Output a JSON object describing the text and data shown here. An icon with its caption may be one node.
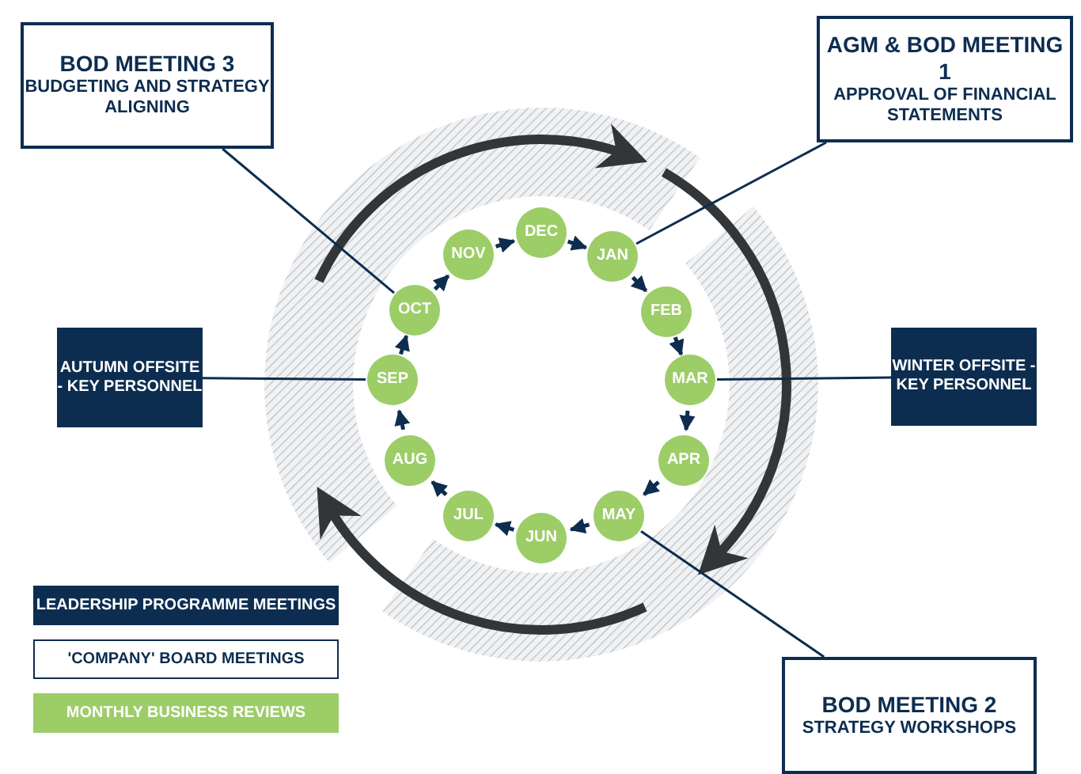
{
  "diagram": {
    "nodes": [
      {
        "text": [
          "BOD MEETING 3",
          "BUDGETING AND STRATEGY ALIGNING"
        ]
      },
      {
        "text": [
          "AGM & BOD MEETING 1",
          "APPROVAL OF FINANCIAL STATEMENTS"
        ]
      },
      {
        "text": [
          "JAN"
        ]
      },
      {
        "text": [
          "FEB"
        ]
      },
      {
        "text": [
          "MAR"
        ]
      },
      {
        "text": [
          "APR"
        ]
      },
      {
        "text": [
          "MAY"
        ]
      },
      {
        "text": [
          "JUN"
        ]
      },
      {
        "text": [
          "JUL"
        ]
      },
      {
        "text": [
          "AUG"
        ]
      },
      {
        "text": [
          "SEP"
        ]
      },
      {
        "text": [
          "OCT"
        ]
      },
      {
        "text": [
          "NOV"
        ]
      },
      {
        "text": [
          "DEC"
        ]
      },
      {
        "text": [
          "AUTUMN OFFSITE - KEY PERSONNEL"
        ]
      },
      {
        "text": [
          "WINTER OFFSITE - KEY PERSONNEL"
        ]
      },
      {
        "text": [
          "BOD MEETING 2",
          "STRATEGY WORKSHOPS"
        ]
      }
    ],
    "edges": [
      {
        "from": 2,
        "to": 3,
        "arrow": "to"
      },
      {
        "from": 3,
        "to": 4,
        "arrow": "to"
      },
      {
        "from": 4,
        "to": 5,
        "arrow": "to"
      },
      {
        "from": 5,
        "to": 6,
        "arrow": "to"
      },
      {
        "from": 6,
        "to": 7,
        "arrow": "to"
      },
      {
        "from": 7,
        "to": 8,
        "arrow": "to"
      },
      {
        "from": 8,
        "to": 9,
        "arrow": "to"
      },
      {
        "from": 9,
        "to": 10,
        "arrow": "to"
      },
      {
        "from": 10,
        "to": 11,
        "arrow": "to"
      },
      {
        "from": 11,
        "to": 12,
        "arrow": "to"
      },
      {
        "from": 12,
        "to": 13,
        "arrow": "to"
      },
      {
        "from": 13,
        "to": 2,
        "arrow": "to"
      },
      {
        "from": 0,
        "to": 11,
        "arrow": "none"
      },
      {
        "from": 1,
        "to": 2,
        "arrow": "none"
      },
      {
        "from": 14,
        "to": 10,
        "arrow": "none"
      },
      {
        "from": 15,
        "to": 4,
        "arrow": "none"
      },
      {
        "from": 16,
        "to": 6,
        "arrow": "none"
      }
    ],
    "legend": [
      {
        "text": "LEADERSHIP PROGRAMME MEETINGS",
        "color": "#0d2d50"
      },
      {
        "text": "'COMPANY' BOARD MEETINGS",
        "color": "#ffffff"
      },
      {
        "text": "MONTHLY BUSINESS REVIEWS",
        "color": "#9ccd67"
      }
    ]
  }
}
